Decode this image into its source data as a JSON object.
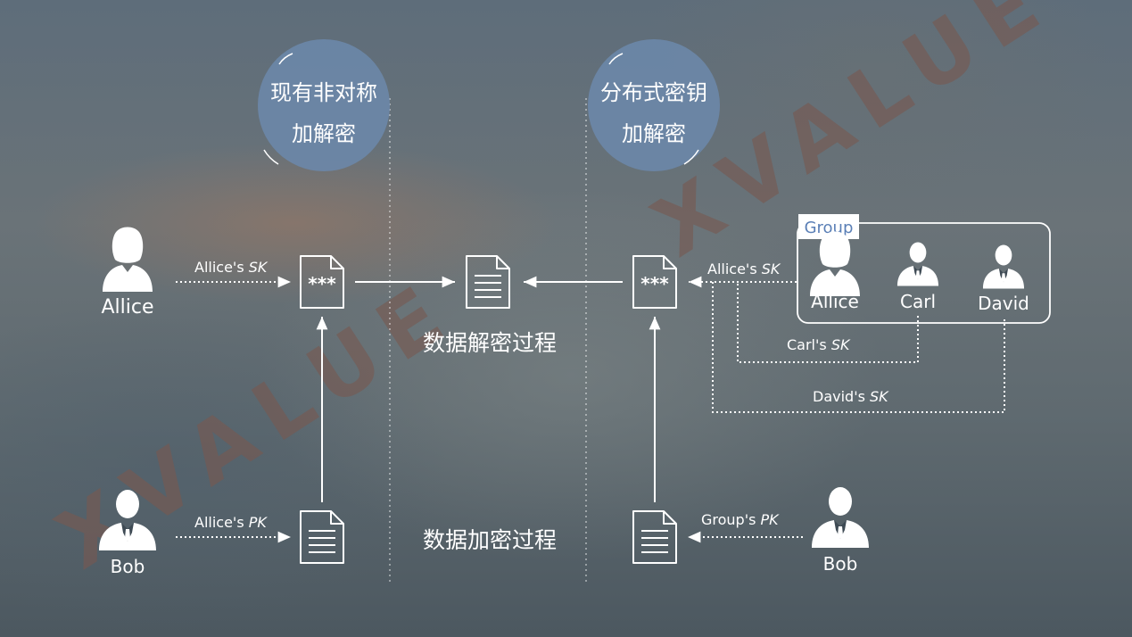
{
  "watermark": "XVALUE",
  "circles": {
    "left": {
      "line1": "现有非对称",
      "line2": "加解密"
    },
    "right": {
      "line1": "分布式密钥",
      "line2": "加解密"
    }
  },
  "processes": {
    "decrypt": "数据解密过程",
    "encrypt": "数据加密过程"
  },
  "people": {
    "left_alice": "Allice",
    "left_bob": "Bob",
    "right_bob": "Bob",
    "group_alice": "Allice",
    "group_carl": "Carl",
    "group_david": "David"
  },
  "group_label": "Group",
  "keys": {
    "left_sk": {
      "prefix": "Allice's ",
      "key": "SK"
    },
    "left_pk": {
      "prefix": "Allice's ",
      "key": "PK"
    },
    "right_sk": {
      "prefix": "Allice's ",
      "key": "SK"
    },
    "carl_sk": {
      "prefix": "Carl's ",
      "key": "SK"
    },
    "david_sk": {
      "prefix": "David's ",
      "key": "SK"
    },
    "group_pk": {
      "prefix": "Group's ",
      "key": "PK"
    }
  },
  "icons": {
    "encrypted_doc": "encrypted-document-icon",
    "plain_doc": "document-icon",
    "female_user": "female-user-icon",
    "male_user": "male-user-icon"
  },
  "colors": {
    "circle_fill": "#6b87a8",
    "group_label": "#5a7fb6",
    "watermark": "#78584f"
  }
}
